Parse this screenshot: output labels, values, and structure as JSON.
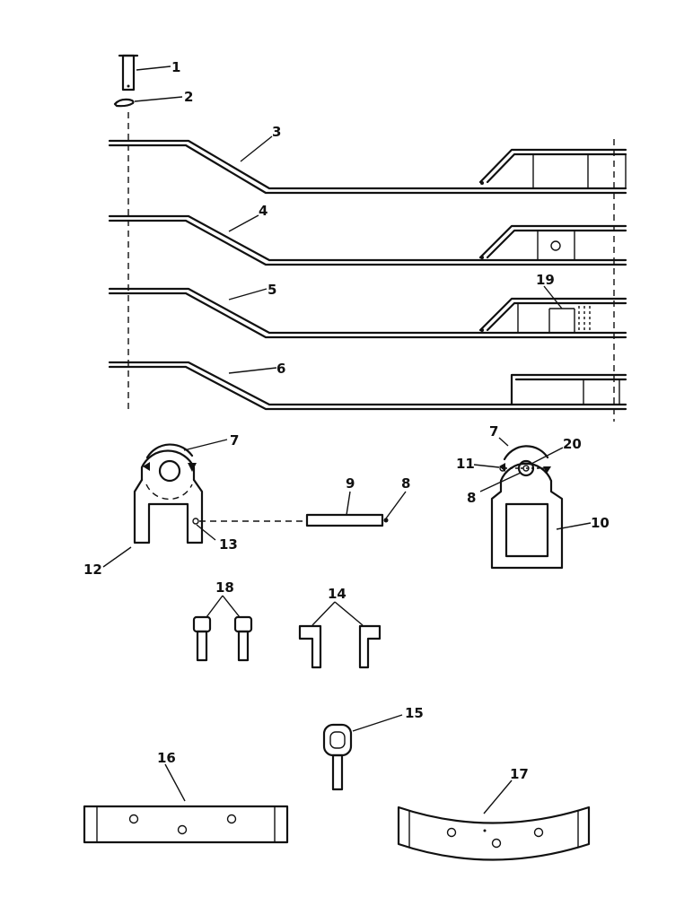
{
  "callouts": {
    "c1": "1",
    "c2": "2",
    "c3": "3",
    "c4": "4",
    "c5": "5",
    "c6": "6",
    "c7a": "7",
    "c7b": "7",
    "c8a": "8",
    "c8b": "8",
    "c9": "9",
    "c10": "10",
    "c11": "11",
    "c12": "12",
    "c13": "13",
    "c14": "14",
    "c15": "15",
    "c16": "16",
    "c17": "17",
    "c18": "18",
    "c19": "19",
    "c20": "20"
  },
  "icons": {
    "pin": "pin-icon",
    "clip": "clip-icon",
    "arm": "lift-arm-icon",
    "bracket": "yoke-bracket-icon",
    "bolt": "bolt-icon",
    "bushing": "bushing-icon",
    "key": "key-pin-icon",
    "bar": "cross-bar-icon"
  }
}
